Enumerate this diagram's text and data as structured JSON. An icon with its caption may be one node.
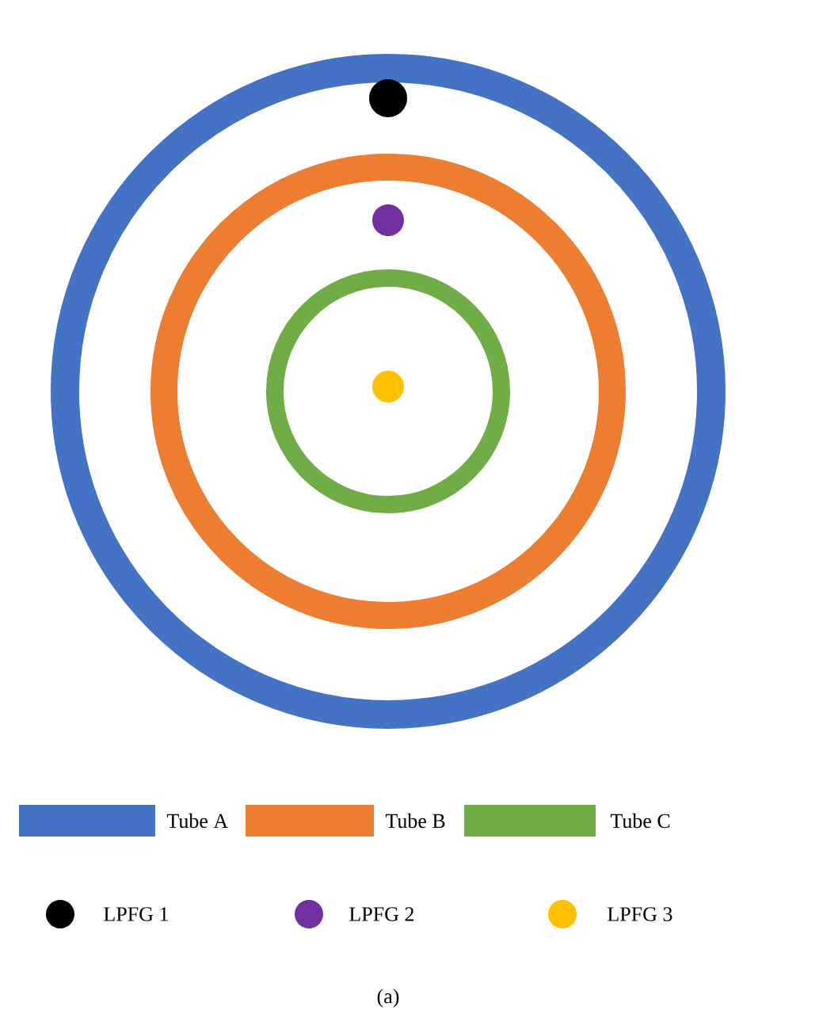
{
  "diagram": {
    "caption": "(a)",
    "legend": [
      {
        "text": "Tube A",
        "color": "#4472c4"
      },
      {
        "text": "Tube B",
        "color": "#ed7d31"
      },
      {
        "text": "Tube C",
        "color": "#70ad47"
      },
      {
        "text": "LPFG 1",
        "color": "#000000"
      },
      {
        "text": "LPFG 2",
        "color": "#7030a0"
      },
      {
        "text": "LPFG 3",
        "color": "#ffc000"
      }
    ]
  }
}
